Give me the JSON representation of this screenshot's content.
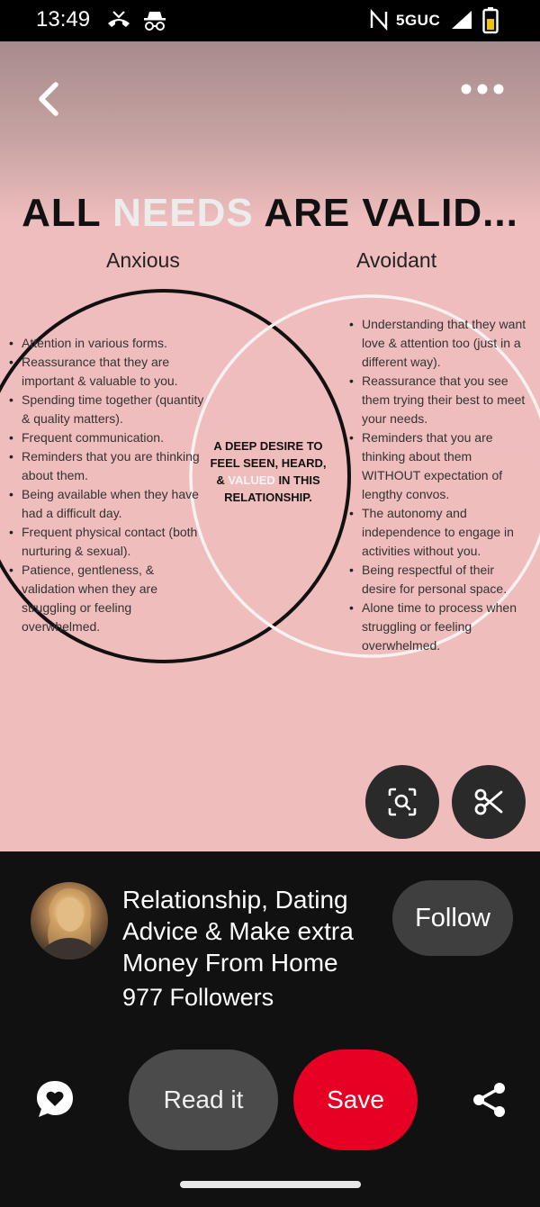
{
  "status_bar": {
    "time": "13:49",
    "network": "5GUC",
    "icons": [
      "missed-call-icon",
      "incognito-icon",
      "nfc-icon",
      "signal-icon",
      "battery-icon"
    ]
  },
  "pin": {
    "nav_icons": [
      "back-icon",
      "more-icon"
    ],
    "headline": {
      "part1": "ALL",
      "part2": "NEEDS",
      "part3": "ARE VALID..."
    },
    "left_label": "Anxious",
    "right_label": "Avoidant",
    "left_items": [
      "Attention in various forms.",
      "Reassurance that they are important & valuable to you.",
      "Spending time together (quantity & quality matters).",
      "Frequent communication.",
      "Reminders that you are thinking about them.",
      "Being available when they have had a difficult day.",
      "Frequent physical contact (both nurturing & sexual).",
      "Patience, gentleness, & validation when they are struggling or feeling overwhelmed."
    ],
    "right_items": [
      "Understanding that they want love & attention too (just in a different way).",
      "Reassurance that you see them trying their best to meet your needs.",
      "Reminders that you are thinking about them WITHOUT expectation of lengthy convos.",
      "The autonomy and independence to engage in activities without you.",
      "Being respectful of their desire for personal space.",
      "Alone time to process when struggling or feeling overwhelmed."
    ],
    "center": {
      "before": "A DEEP DESIRE TO FEEL SEEN, HEARD, &",
      "highlight": "VALUED",
      "after": "IN THIS RELATIONSHIP."
    },
    "action_icons": [
      "visual-search-icon",
      "scissors-icon"
    ],
    "colors": {
      "background": "#f0bdbd",
      "text": "#111111",
      "accent_white": "#ececec"
    }
  },
  "creator": {
    "name": "Relationship, Dating Advice & Make extra Money From Home",
    "followers": "977 Followers",
    "follow_label": "Follow"
  },
  "actions": {
    "read_label": "Read it",
    "save_label": "Save",
    "icons": [
      "comment-icon",
      "share-icon"
    ],
    "save_color": "#e60023"
  }
}
